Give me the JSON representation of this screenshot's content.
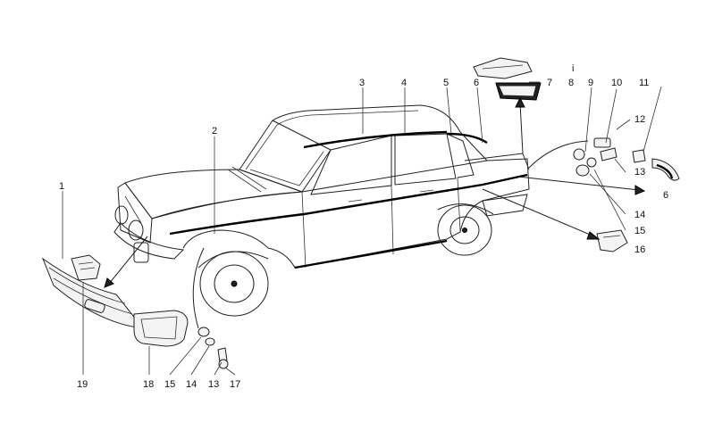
{
  "diagram": {
    "callouts": [
      {
        "id": "c1",
        "text": "1"
      },
      {
        "id": "c2",
        "text": "2"
      },
      {
        "id": "c3",
        "text": "3"
      },
      {
        "id": "c4",
        "text": "4"
      },
      {
        "id": "c5",
        "text": "5"
      },
      {
        "id": "c6a",
        "text": "6"
      },
      {
        "id": "c7",
        "text": "7"
      },
      {
        "id": "c8",
        "text": "8"
      },
      {
        "id": "c9",
        "text": "9"
      },
      {
        "id": "c10",
        "text": "10"
      },
      {
        "id": "c11",
        "text": "11"
      },
      {
        "id": "c12",
        "text": "12"
      },
      {
        "id": "c13a",
        "text": "13"
      },
      {
        "id": "c6b",
        "text": "6"
      },
      {
        "id": "c14a",
        "text": "14"
      },
      {
        "id": "c15a",
        "text": "15"
      },
      {
        "id": "c16",
        "text": "16"
      },
      {
        "id": "c19",
        "text": "19"
      },
      {
        "id": "c18",
        "text": "18"
      },
      {
        "id": "c15b",
        "text": "15"
      },
      {
        "id": "c14b",
        "text": "14"
      },
      {
        "id": "c13b",
        "text": "13"
      },
      {
        "id": "c17",
        "text": "17"
      }
    ],
    "small_mark": "i"
  }
}
